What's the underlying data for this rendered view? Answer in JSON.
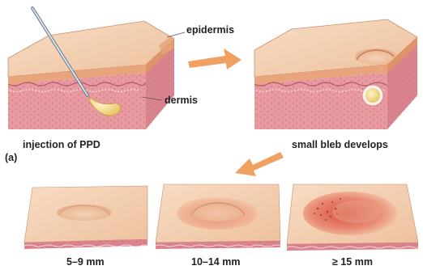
{
  "labels": {
    "epidermis": "epidermis",
    "dermis": "dermis",
    "injection": "injection of PPD",
    "bleb": "small bleb develops",
    "part": "(a)"
  },
  "results": [
    {
      "label": "5–9 mm"
    },
    {
      "label": "10–14 mm"
    },
    {
      "label": "≥ 15 mm"
    }
  ],
  "colors": {
    "skin_top": "#f1c8a6",
    "dermis": "#e79aa0",
    "epidermis_band": "#e7a478",
    "arrow": "#f0a060",
    "bleb": "#f6d98a",
    "induration": "#d8604e"
  },
  "icons": {
    "syringe": "syringe-needle-icon",
    "arrow": "process-arrow-icon"
  }
}
